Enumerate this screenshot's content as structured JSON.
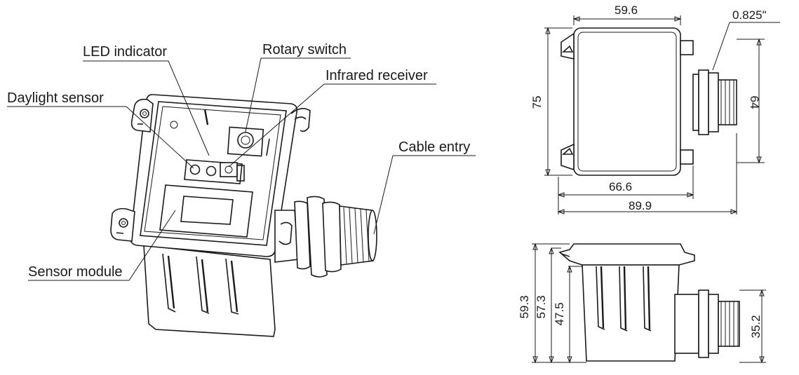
{
  "callouts": {
    "led_indicator": "LED indicator",
    "rotary_switch": "Rotary switch",
    "infrared_receiver": "Infrared receiver",
    "daylight_sensor": "Daylight sensor",
    "cable_entry": "Cable entry",
    "sensor_module": "Sensor module"
  },
  "dimensions_top_view": {
    "width_box": "59.6",
    "thread": "0.825\"",
    "height_box": "75",
    "height_gland": "64",
    "width_body": "66.6",
    "width_total": "89.9"
  },
  "dimensions_side_view": {
    "h_total": "59.3",
    "h_mid": "57.3",
    "h_body": "47.5",
    "h_gland": "35.2"
  }
}
